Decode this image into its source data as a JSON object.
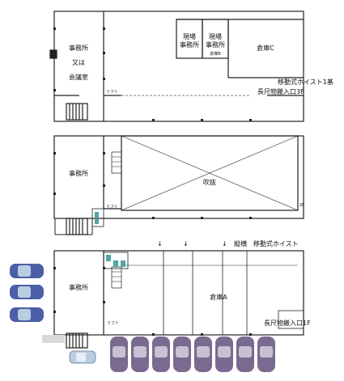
{
  "floor3": {
    "office_line1": "事務所",
    "office_line2": "又は",
    "office_line3": "会議室",
    "site_office_a_line1": "現場",
    "site_office_a_line2": "事務所",
    "site_office_b_line1": "現場",
    "site_office_b_line2": "事務所",
    "warehouse": "倉庫C",
    "small_room": "倉庫B",
    "hoist": "移動式ホイスト1基",
    "long_entry": "長尺物搬入口3F",
    "lift": "リフト"
  },
  "floor2": {
    "office": "事務所",
    "atrium": "吹抜",
    "lift": "リフト",
    "floor_mark": "2F"
  },
  "floor1": {
    "office": "事務所",
    "warehouse": "倉庫A",
    "hoist": "縦横　移動式ホイスト",
    "long_entry": "長尺物搬入口1F",
    "lift": "リフト",
    "hoist_arrows": [
      "↓",
      "↓",
      "↓"
    ]
  },
  "colors": {
    "car_blue": "#4b5fa6",
    "car_purple": "#7b6a8f",
    "car_light": "#b8cde2",
    "stair_teal": "#4fa7a7",
    "wall": "#222222"
  }
}
